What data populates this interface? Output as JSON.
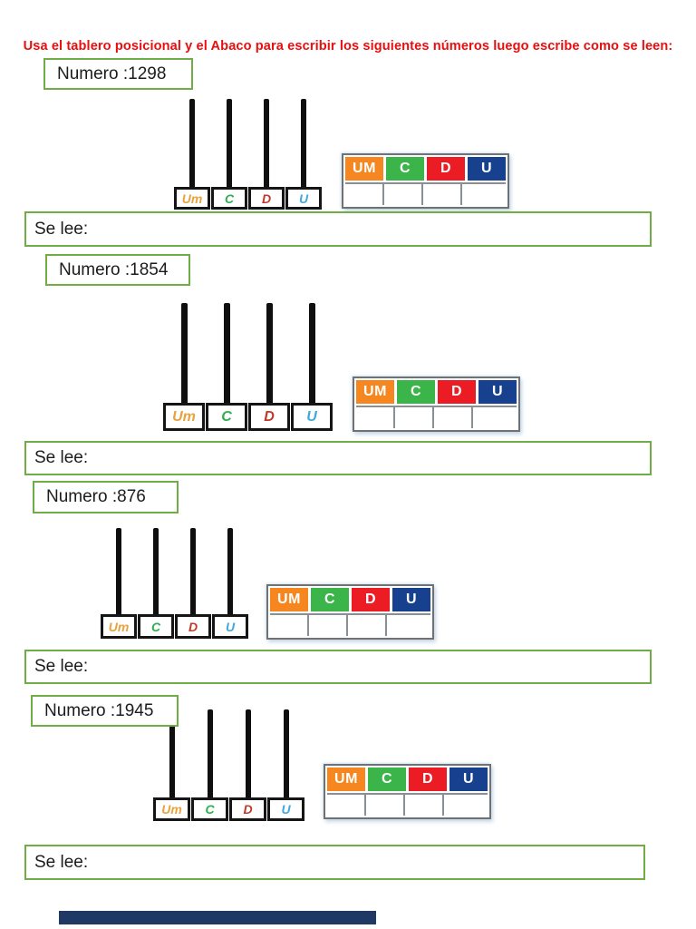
{
  "title": "Usa el tablero posicional y el Abaco para escribir los siguientes números luego escribe como se leen:",
  "colors": {
    "title_red": "#EA0E0E",
    "box_border_green": "#70AD47",
    "header_um_orange": "#F6861F",
    "header_c_green": "#3BB54A",
    "header_d_red": "#EC1C24",
    "header_u_navy": "#17418F",
    "abacus_label_um": "#E8A33D",
    "abacus_label_c": "#2EAE4E",
    "abacus_label_d": "#C0392B",
    "abacus_label_u": "#41A8DC",
    "bottom_bar_navy": "#1F3864"
  },
  "abacus_labels": [
    {
      "text": "Um"
    },
    {
      "text": "C"
    },
    {
      "text": "D"
    },
    {
      "text": "U"
    }
  ],
  "table_headers": [
    {
      "text": "UM"
    },
    {
      "text": "C"
    },
    {
      "text": "D"
    },
    {
      "text": "U"
    }
  ],
  "sections": [
    {
      "number_label": "Numero :1298",
      "se_lee": "Se lee:"
    },
    {
      "number_label": "Numero :1854",
      "se_lee": "Se lee:"
    },
    {
      "number_label": "Numero :876",
      "se_lee": "Se lee:"
    },
    {
      "number_label": "Numero :1945",
      "se_lee": "Se lee:"
    }
  ]
}
